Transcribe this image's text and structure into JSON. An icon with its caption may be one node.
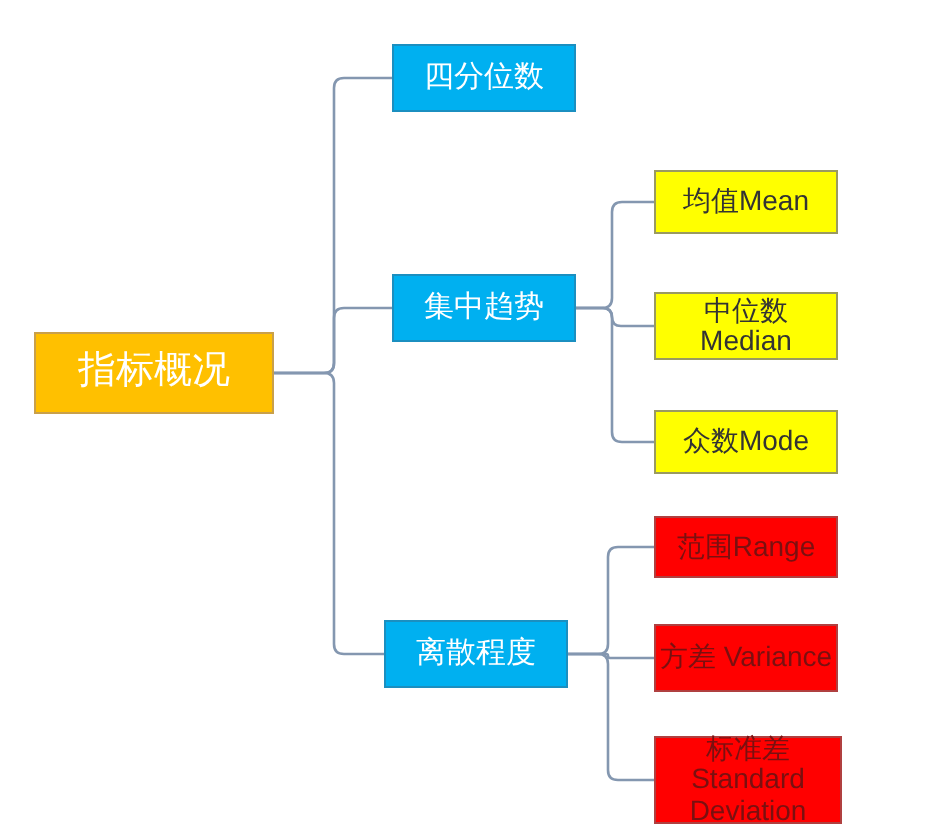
{
  "diagram": {
    "nodes": [
      {
        "text": [
          "指标概况"
        ]
      },
      {
        "text": [
          "四分位数"
        ]
      },
      {
        "text": [
          "集中趋势"
        ]
      },
      {
        "text": [
          "离散程度"
        ]
      },
      {
        "text": [
          "均值Mean"
        ]
      },
      {
        "text": [
          "中位数 Median"
        ]
      },
      {
        "text": [
          "众数Mode"
        ]
      },
      {
        "text": [
          "范围Range"
        ]
      },
      {
        "text": [
          "方差 Variance"
        ]
      },
      {
        "text": [
          "标准差Standard Deviation"
        ]
      }
    ],
    "edges": [
      {
        "from": 0,
        "to": 1,
        "arrow": "none"
      },
      {
        "from": 0,
        "to": 2,
        "arrow": "none"
      },
      {
        "from": 0,
        "to": 3,
        "arrow": "none"
      },
      {
        "from": 2,
        "to": 4,
        "arrow": "none"
      },
      {
        "from": 2,
        "to": 5,
        "arrow": "none"
      },
      {
        "from": 2,
        "to": 6,
        "arrow": "none"
      },
      {
        "from": 3,
        "to": 7,
        "arrow": "none"
      },
      {
        "from": 3,
        "to": 8,
        "arrow": "none"
      },
      {
        "from": 3,
        "to": 9,
        "arrow": "none"
      }
    ]
  }
}
